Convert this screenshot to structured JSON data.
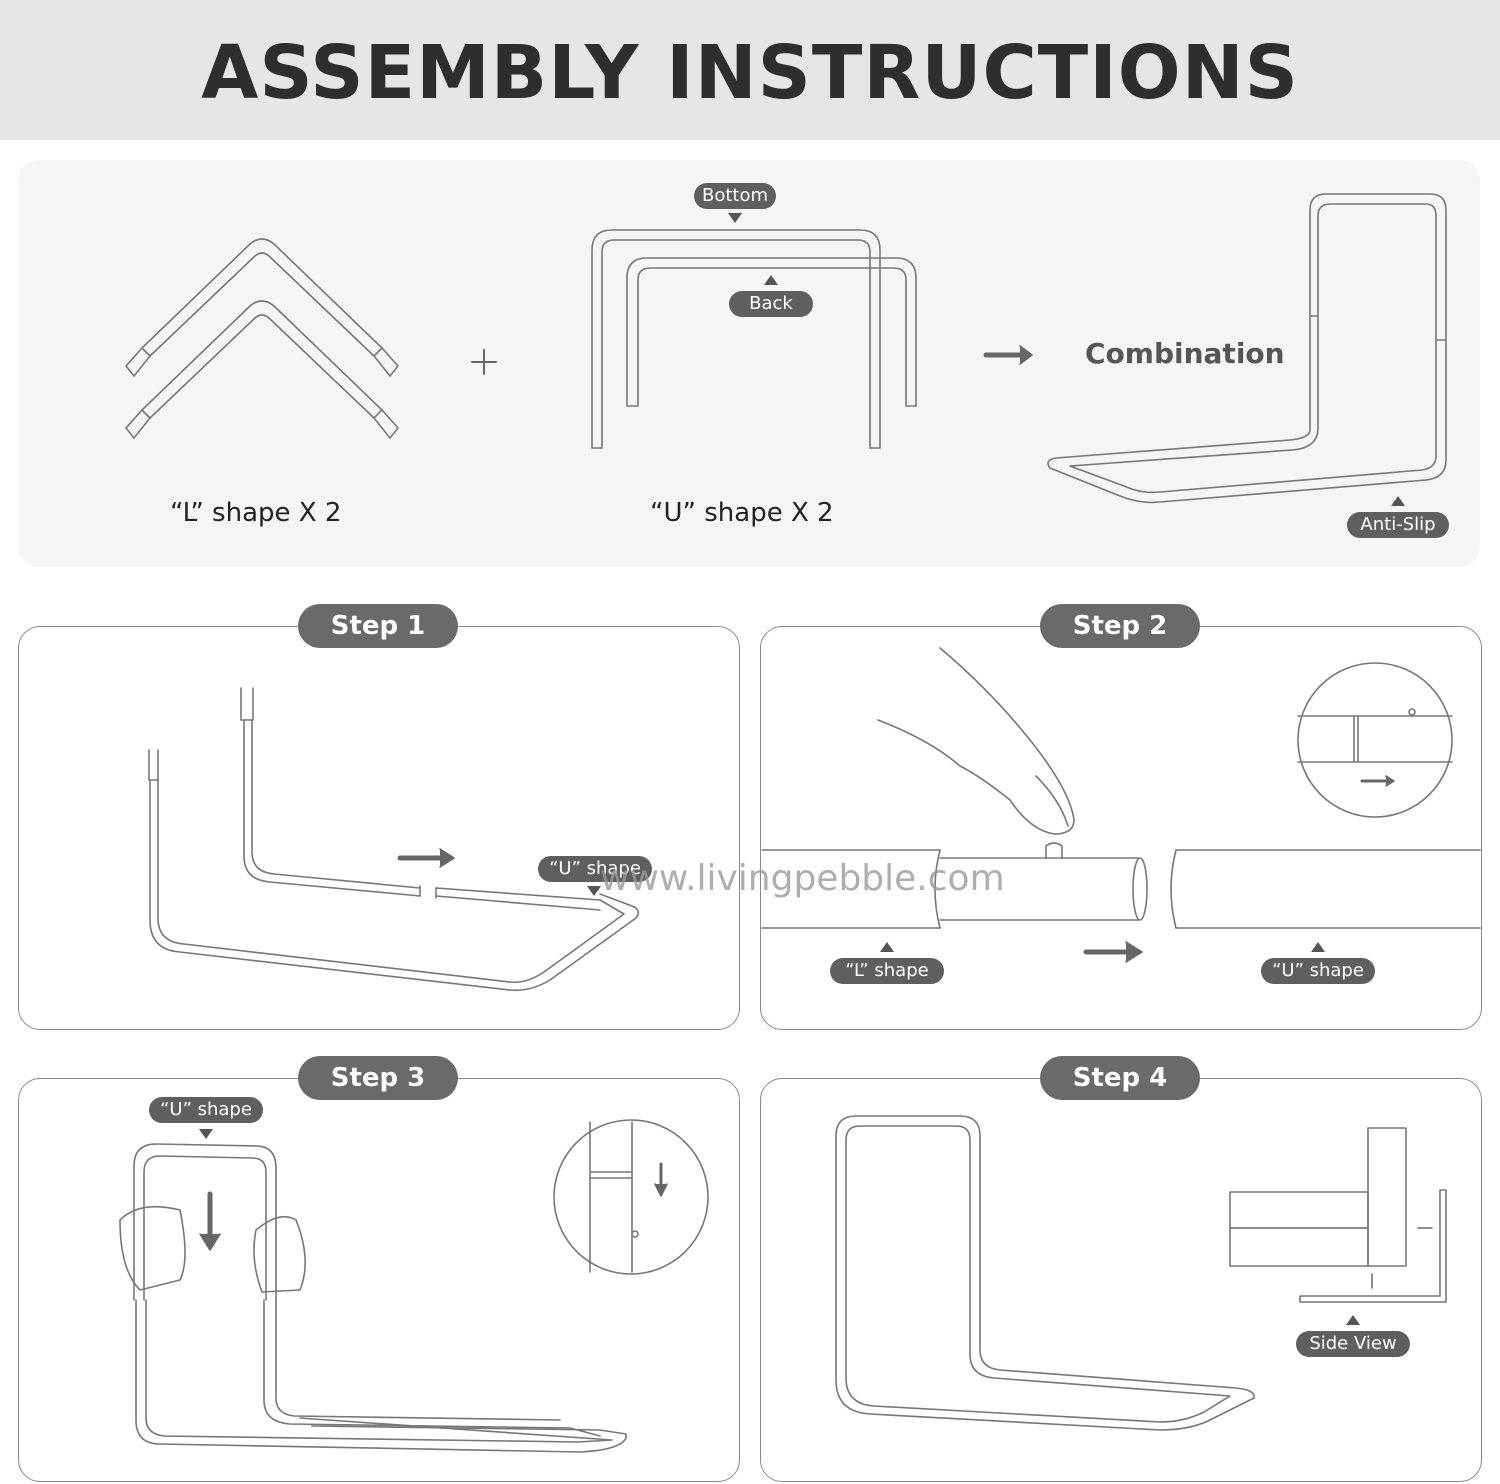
{
  "header": {
    "title": "ASSEMBLY INSTRUCTIONS"
  },
  "parts": {
    "l_caption": "“L” shape X 2",
    "u_caption": "“U” shape X 2",
    "plus": "+",
    "bottom_tag": "Bottom",
    "back_tag": "Back",
    "combination": "Combination",
    "anti_slip_tag": "Anti-Slip"
  },
  "steps": [
    {
      "label": "Step 1",
      "tags": [
        "“U” shape"
      ]
    },
    {
      "label": "Step 2",
      "tags": [
        "“L” shape",
        "“U” shape"
      ]
    },
    {
      "label": "Step 3",
      "tags": [
        "“U” shape"
      ]
    },
    {
      "label": "Step 4",
      "tags": [
        "Side View"
      ]
    }
  ],
  "watermark": "www.livingpebble.com",
  "colors": {
    "header_bg": "#e6e6e6",
    "panel_bg": "#f5f5f5",
    "pill": "#6a6a6a",
    "line": "#777777"
  }
}
